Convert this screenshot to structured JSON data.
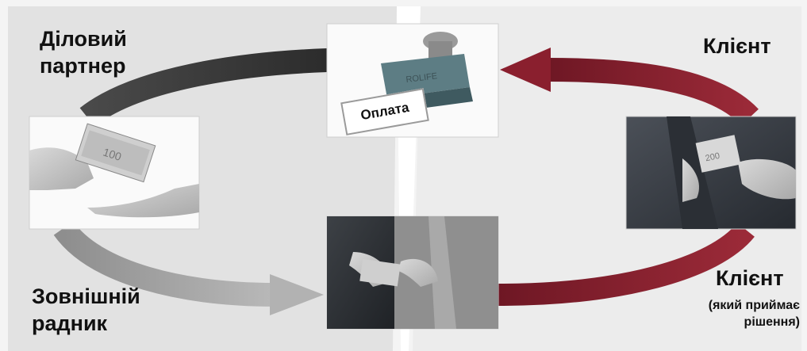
{
  "labels": {
    "business_partner": "Діловий партнер",
    "client_top": "Клієнт",
    "external_advisor": "Зовнішній радник",
    "client_bottom": "Клієнт",
    "client_bottom_sub_line1": "(який приймає",
    "client_bottom_sub_line2": "рішення)"
  },
  "stamp": {
    "label": "Оплата"
  },
  "colors": {
    "background_left": "#e4e4e4",
    "background_right": "#ededed",
    "arrow_dark": "#3a3a3a",
    "arrow_grey": "#a9a9a9",
    "arrow_red": "#8a1f2e"
  },
  "photos": [
    {
      "name": "money-handover-photo"
    },
    {
      "name": "payment-stamp-photo"
    },
    {
      "name": "pocket-money-photo"
    },
    {
      "name": "hands-behind-back-money-photo"
    }
  ]
}
